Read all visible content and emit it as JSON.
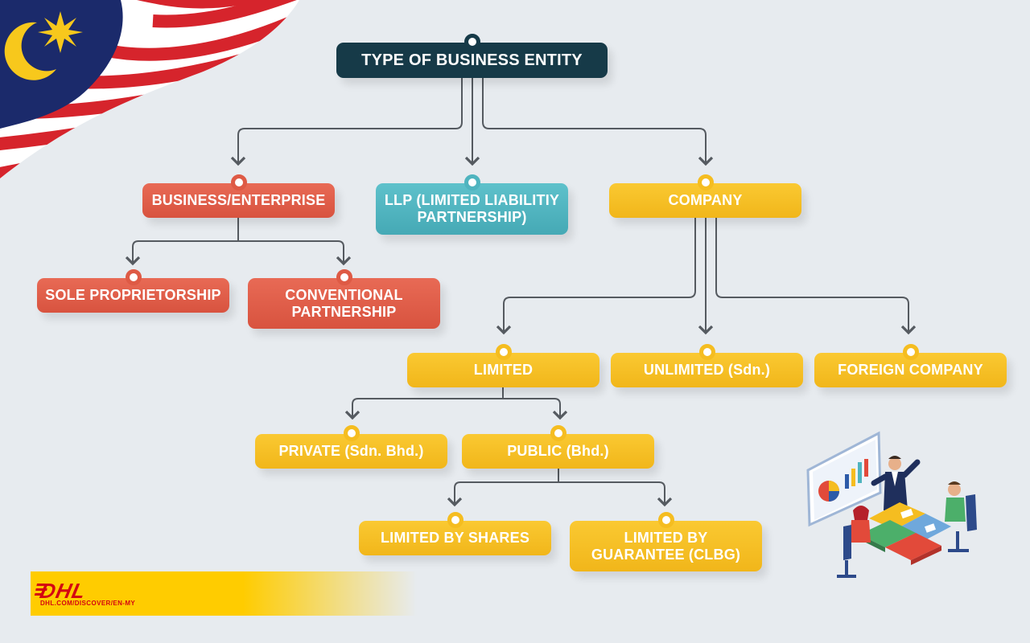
{
  "diagram": {
    "root": "TYPE OF BUSINESS ENTITY",
    "nodes": {
      "business_enterprise": "BUSINESS/ENTERPRISE",
      "llp": "LLP (LIMITED LIABILITIY PARTNERSHIP)",
      "company": "COMPANY",
      "sole_proprietorship": "SOLE PROPRIETORSHIP",
      "conventional_partnership": "CONVENTIONAL PARTNERSHIP",
      "limited": "LIMITED",
      "unlimited": "UNLIMITED (Sdn.)",
      "foreign_company": "FOREIGN COMPANY",
      "private": "PRIVATE (Sdn. Bhd.)",
      "public": "PUBLIC (Bhd.)",
      "limited_by_shares": "LIMITED BY SHARES",
      "limited_by_guarantee": "LIMITED BY GUARANTEE (CLBG)"
    }
  },
  "colors": {
    "root": "#163a48",
    "business_branch": "#de5a45",
    "llp_branch": "#4fb4bf",
    "company_branch": "#f5bd20",
    "connector": "#555a60",
    "background": "#e7ebef"
  },
  "footer": {
    "logo_text": "DHL",
    "url": "DHL.COM/DISCOVER/EN-MY",
    "banner_color": "#ffcc00",
    "logo_color": "#d40511"
  },
  "decorations": {
    "flag": "malaysia-flag-corner",
    "illustration": "business-meeting-illustration"
  }
}
